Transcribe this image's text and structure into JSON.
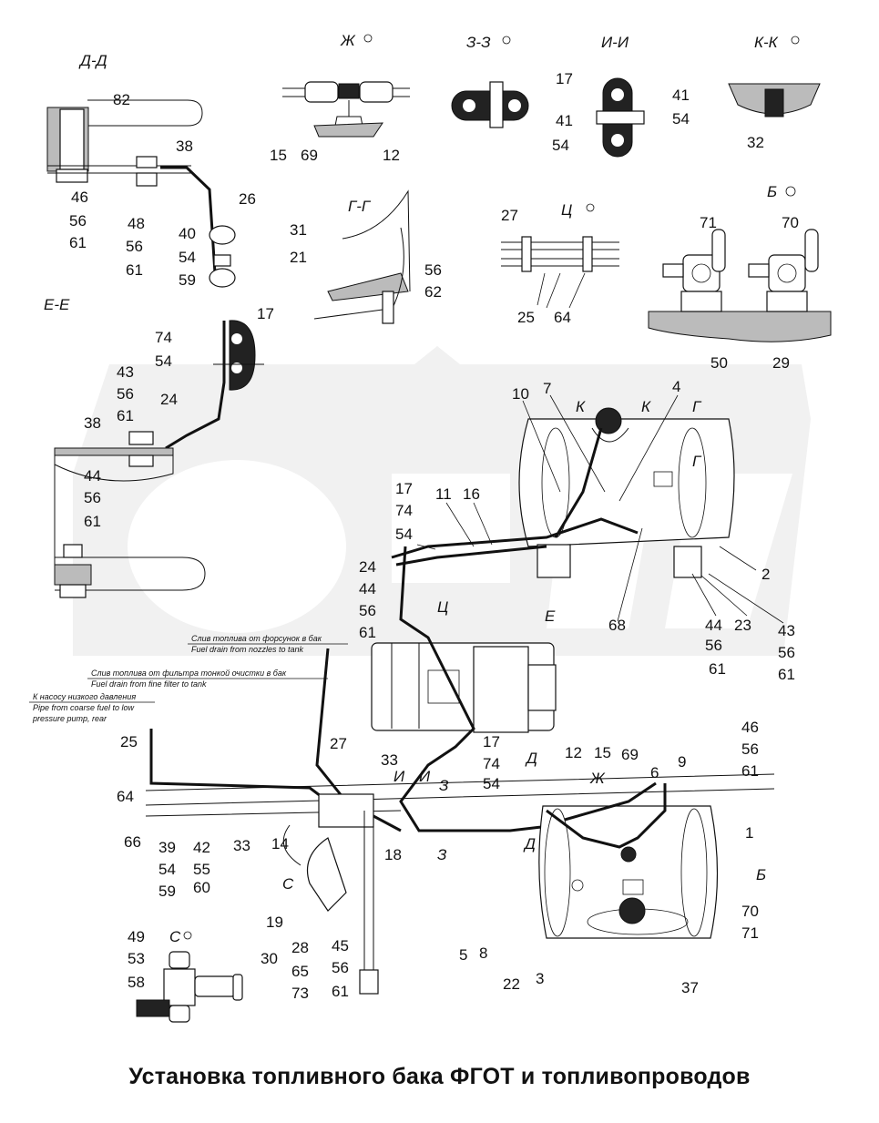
{
  "title": "Установка топливного бака ФГОТ и топливопроводов",
  "sections": {
    "dd": "Д-Д",
    "zh": "Ж",
    "zz": "З-З",
    "ii": "И-И",
    "kk": "К-К",
    "gg": "Г-Г",
    "ts": "Ц",
    "b": "Б",
    "ee": "Е-Е",
    "s": "С"
  },
  "notes": {
    "nozzles_ru": "Слив топлива от форсунок в бак",
    "nozzles_en": "Fuel drain from nozzles to tank",
    "filter_ru": "Слив топлива от фильтра тонкой очистки в бак",
    "filter_en": "Fuel drain from fine filter to tank",
    "pump_ru": "К насосу низкого давления",
    "pump_en1": "Pipe from coarse fuel to low",
    "pump_en2": "pressure pump, rear"
  },
  "labels": [
    {
      "id": "dd_82",
      "text": "82"
    },
    {
      "id": "dd_38",
      "text": "38"
    },
    {
      "id": "dd_46",
      "text": "46"
    },
    {
      "id": "dd_56a",
      "text": "56"
    },
    {
      "id": "dd_61a",
      "text": "61"
    },
    {
      "id": "dd_48",
      "text": "48"
    },
    {
      "id": "dd_56b",
      "text": "56"
    },
    {
      "id": "dd_61b",
      "text": "61"
    },
    {
      "id": "dd_26",
      "text": "26"
    },
    {
      "id": "dd_40",
      "text": "40"
    },
    {
      "id": "dd_54",
      "text": "54"
    },
    {
      "id": "dd_59",
      "text": "59"
    },
    {
      "id": "zh_15",
      "text": "15"
    },
    {
      "id": "zh_69",
      "text": "69"
    },
    {
      "id": "zh_12",
      "text": "12"
    },
    {
      "id": "zz_17",
      "text": "17"
    },
    {
      "id": "zz_41",
      "text": "41"
    },
    {
      "id": "zz_54",
      "text": "54"
    },
    {
      "id": "ii_41",
      "text": "41"
    },
    {
      "id": "ii_54",
      "text": "54"
    },
    {
      "id": "kk_32",
      "text": "32"
    },
    {
      "id": "gg_31",
      "text": "31"
    },
    {
      "id": "gg_21",
      "text": "21"
    },
    {
      "id": "gg_56",
      "text": "56"
    },
    {
      "id": "gg_62",
      "text": "62"
    },
    {
      "id": "ts_27",
      "text": "27"
    },
    {
      "id": "ts_25",
      "text": "25"
    },
    {
      "id": "ts_64",
      "text": "64"
    },
    {
      "id": "b_71",
      "text": "71"
    },
    {
      "id": "b_70",
      "text": "70"
    },
    {
      "id": "b_50",
      "text": "50"
    },
    {
      "id": "b_29",
      "text": "29"
    },
    {
      "id": "ee_17",
      "text": "17"
    },
    {
      "id": "ee_74",
      "text": "74"
    },
    {
      "id": "ee_54",
      "text": "54"
    },
    {
      "id": "ee_43",
      "text": "43"
    },
    {
      "id": "ee_56a",
      "text": "56"
    },
    {
      "id": "ee_61a",
      "text": "61"
    },
    {
      "id": "ee_24",
      "text": "24"
    },
    {
      "id": "ee_38",
      "text": "38"
    },
    {
      "id": "ee_44",
      "text": "44"
    },
    {
      "id": "ee_56b",
      "text": "56"
    },
    {
      "id": "ee_61b",
      "text": "61"
    },
    {
      "id": "m_10",
      "text": "10"
    },
    {
      "id": "m_7",
      "text": "7"
    },
    {
      "id": "m_4",
      "text": "4"
    },
    {
      "id": "m_17a",
      "text": "17"
    },
    {
      "id": "m_74a",
      "text": "74"
    },
    {
      "id": "m_54a",
      "text": "54"
    },
    {
      "id": "m_11",
      "text": "11"
    },
    {
      "id": "m_16",
      "text": "16"
    },
    {
      "id": "m_24",
      "text": "24"
    },
    {
      "id": "m_44a",
      "text": "44"
    },
    {
      "id": "m_56a",
      "text": "56"
    },
    {
      "id": "m_61a",
      "text": "61"
    },
    {
      "id": "m_2",
      "text": "2"
    },
    {
      "id": "m_68",
      "text": "68"
    },
    {
      "id": "m_44b",
      "text": "44"
    },
    {
      "id": "m_56b",
      "text": "56"
    },
    {
      "id": "m_61b",
      "text": "61"
    },
    {
      "id": "m_23",
      "text": "23"
    },
    {
      "id": "m_43",
      "text": "43"
    },
    {
      "id": "m_56c",
      "text": "56"
    },
    {
      "id": "m_61c",
      "text": "61"
    },
    {
      "id": "l_25",
      "text": "25"
    },
    {
      "id": "l_64",
      "text": "64"
    },
    {
      "id": "l_66",
      "text": "66"
    },
    {
      "id": "l_39",
      "text": "39"
    },
    {
      "id": "l_54",
      "text": "54"
    },
    {
      "id": "l_59",
      "text": "59"
    },
    {
      "id": "l_42",
      "text": "42"
    },
    {
      "id": "l_55",
      "text": "55"
    },
    {
      "id": "l_60",
      "text": "60"
    },
    {
      "id": "l_33a",
      "text": "33"
    },
    {
      "id": "l_14",
      "text": "14"
    },
    {
      "id": "l_27",
      "text": "27"
    },
    {
      "id": "l_33b",
      "text": "33"
    },
    {
      "id": "l_17",
      "text": "17"
    },
    {
      "id": "l_74",
      "text": "74"
    },
    {
      "id": "l_54b",
      "text": "54"
    },
    {
      "id": "l_18",
      "text": "18"
    },
    {
      "id": "l_19",
      "text": "19"
    },
    {
      "id": "l_30",
      "text": "30"
    },
    {
      "id": "l_28",
      "text": "28"
    },
    {
      "id": "l_65",
      "text": "65"
    },
    {
      "id": "l_73",
      "text": "73"
    },
    {
      "id": "l_45",
      "text": "45"
    },
    {
      "id": "l_56",
      "text": "56"
    },
    {
      "id": "l_61",
      "text": "61"
    },
    {
      "id": "l_5",
      "text": "5"
    },
    {
      "id": "l_8",
      "text": "8"
    },
    {
      "id": "r_69",
      "text": "69"
    },
    {
      "id": "r_12",
      "text": "12"
    },
    {
      "id": "r_15",
      "text": "15"
    },
    {
      "id": "r_6",
      "text": "6"
    },
    {
      "id": "r_9",
      "text": "9"
    },
    {
      "id": "r_46",
      "text": "46"
    },
    {
      "id": "r_56",
      "text": "56"
    },
    {
      "id": "r_61",
      "text": "61"
    },
    {
      "id": "r_1",
      "text": "1"
    },
    {
      "id": "r_70",
      "text": "70"
    },
    {
      "id": "r_71",
      "text": "71"
    },
    {
      "id": "r_22",
      "text": "22"
    },
    {
      "id": "r_3",
      "text": "3"
    },
    {
      "id": "r_37",
      "text": "37"
    },
    {
      "id": "c_49",
      "text": "49"
    },
    {
      "id": "c_53",
      "text": "53"
    },
    {
      "id": "c_58",
      "text": "58"
    }
  ],
  "markers": {
    "k1": "К",
    "k2": "К",
    "g1": "Г",
    "g2": "Г",
    "ts": "Ц",
    "e": "Е",
    "d1": "Д",
    "d2": "Д",
    "i1": "И",
    "i2": "И",
    "z1": "З",
    "z2": "З",
    "zh": "Ж",
    "b": "Б",
    "s": "С"
  }
}
